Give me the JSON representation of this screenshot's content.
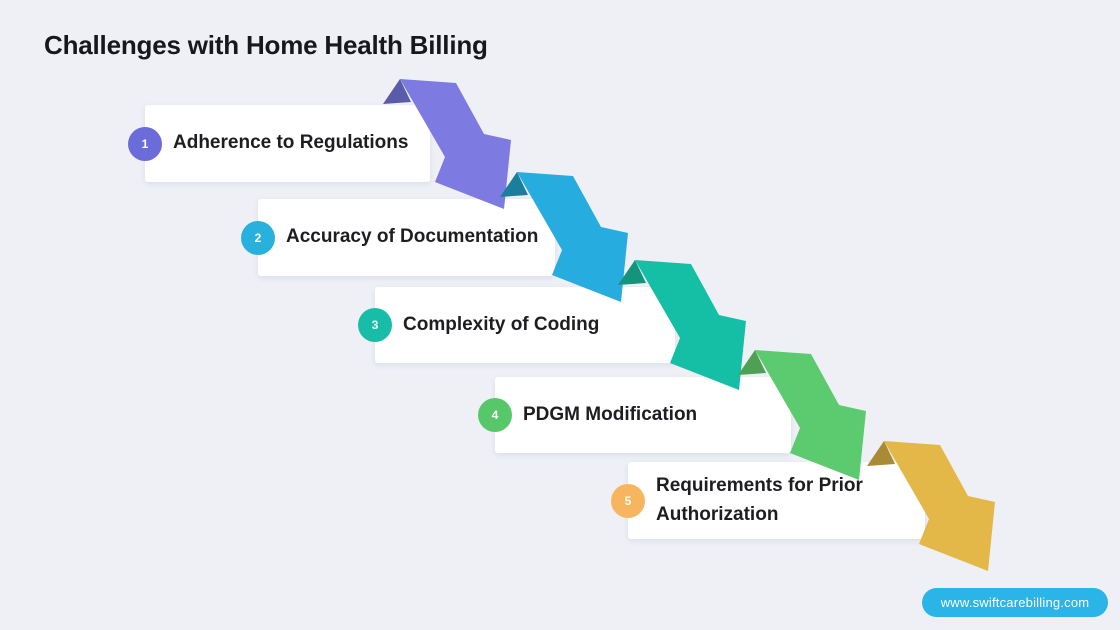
{
  "canvas": {
    "background": "#eef0f6"
  },
  "title": "Challenges with Home Health Billing",
  "steps": [
    {
      "number": "1",
      "label": "Adherence to Regulations",
      "badge_color": "#6b6cd9",
      "arrow_color": "#7d7ae1",
      "arrow_fold_color": "#5a5ca9"
    },
    {
      "number": "2",
      "label": "Accuracy of Documentation",
      "badge_color": "#29b1dd",
      "arrow_color": "#27acdf",
      "arrow_fold_color": "#1b7f9b"
    },
    {
      "number": "3",
      "label": "Complexity of Coding",
      "badge_color": "#17bda7",
      "arrow_color": "#15bfa5",
      "arrow_fold_color": "#13947b"
    },
    {
      "number": "4",
      "label": "PDGM Modification",
      "badge_color": "#57c869",
      "arrow_color": "#5cca6e",
      "arrow_fold_color": "#4f9f55"
    },
    {
      "number": "5",
      "label": "Requirements for Prior Authorization",
      "badge_color": "#f7b55f",
      "arrow_color": "#e3b748",
      "arrow_fold_color": "#a98b36"
    }
  ],
  "website_badge": {
    "label": "www.swiftcarebilling.com",
    "color": "#2ab4e8",
    "text_color": "#ffffff"
  }
}
